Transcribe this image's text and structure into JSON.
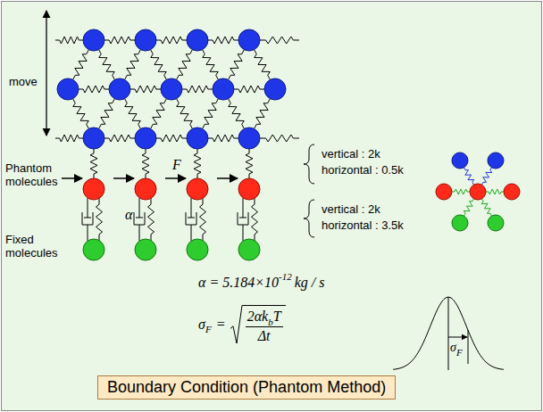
{
  "diagram": {
    "title": "Boundary Condition (Phantom Method)",
    "labels": [
      "move",
      "Phantom molecules",
      "Fixed molecules",
      "F",
      "α",
      "vertical : 2k",
      "horizontal : 0.5k",
      "vertical : 2k",
      "horizontal : 3.5k",
      "α = 5.184×10",
      "-12",
      "kg / s",
      "σ",
      "F",
      "=",
      "2αk",
      "b",
      "T",
      "Δt",
      "σ",
      "F"
    ]
  }
}
